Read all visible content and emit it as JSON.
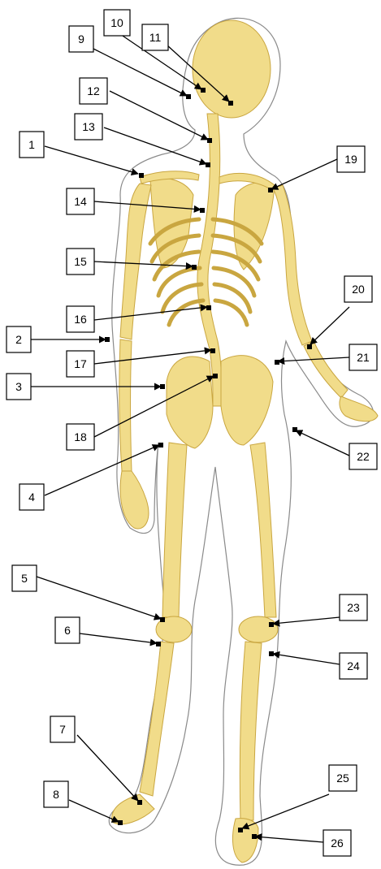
{
  "diagram": {
    "colors": {
      "bone": "#f1dc8a",
      "bone_edge": "#c9a640",
      "bone_shadow": "#d8b85a",
      "outline": "#7a7a7a",
      "label_border": "#000000",
      "marker": "#000000"
    },
    "labels": [
      {
        "id": "1",
        "text": "1"
      },
      {
        "id": "2",
        "text": "2"
      },
      {
        "id": "3",
        "text": "3"
      },
      {
        "id": "4",
        "text": "4"
      },
      {
        "id": "5",
        "text": "5"
      },
      {
        "id": "6",
        "text": "6"
      },
      {
        "id": "7",
        "text": "7"
      },
      {
        "id": "8",
        "text": "8"
      },
      {
        "id": "9",
        "text": "9"
      },
      {
        "id": "10",
        "text": "10"
      },
      {
        "id": "11",
        "text": "11"
      },
      {
        "id": "12",
        "text": "12"
      },
      {
        "id": "13",
        "text": "13"
      },
      {
        "id": "14",
        "text": "14"
      },
      {
        "id": "15",
        "text": "15"
      },
      {
        "id": "16",
        "text": "16"
      },
      {
        "id": "17",
        "text": "17"
      },
      {
        "id": "18",
        "text": "18"
      },
      {
        "id": "19",
        "text": "19"
      },
      {
        "id": "20",
        "text": "20"
      },
      {
        "id": "21",
        "text": "21"
      },
      {
        "id": "22",
        "text": "22"
      },
      {
        "id": "23",
        "text": "23"
      },
      {
        "id": "24",
        "text": "24"
      },
      {
        "id": "25",
        "text": "25"
      },
      {
        "id": "26",
        "text": "26"
      }
    ]
  }
}
